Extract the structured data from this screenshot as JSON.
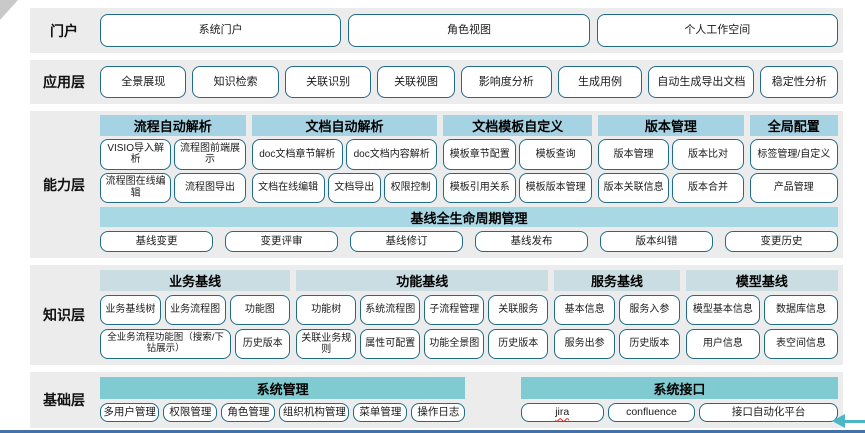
{
  "colors": {
    "band_bg": "#ececec",
    "box_border": "#1f6b88",
    "capability_header_bg": "#a6d3e3",
    "baseline_header_bg": "#a9d8e5",
    "knowledge_header_bg": "#c9dde2",
    "foundation_header_bg": "#80cbd1",
    "bottom_line": "#4471a8",
    "arrow": "#4bb7c6"
  },
  "layers": {
    "portal": {
      "label": "门户",
      "boxes": [
        "系统门户",
        "角色视图",
        "个人工作空间"
      ]
    },
    "application": {
      "label": "应用层",
      "boxes": [
        "全景展现",
        "知识检索",
        "关联识别",
        "关联视图",
        "影响度分析",
        "生成用例",
        "自动生成导出文档",
        "稳定性分析"
      ]
    },
    "capability": {
      "label": "能力层",
      "groups": [
        {
          "header": "流程自动解析",
          "rows": [
            [
              "VISIO导入解析",
              "流程图前端展示"
            ],
            [
              "流程图在线编辑",
              "流程图导出"
            ]
          ]
        },
        {
          "header": "文档自动解析",
          "rows": [
            [
              "doc文档章节解析",
              "doc文档内容解析"
            ],
            [
              "文档在线编辑",
              "文档导出",
              "权限控制"
            ]
          ]
        },
        {
          "header": "文档模板自定义",
          "rows": [
            [
              "模板章节配置",
              "模板查询"
            ],
            [
              "模板引用关系",
              "模板版本管理"
            ]
          ]
        },
        {
          "header": "版本管理",
          "rows": [
            [
              "版本管理",
              "版本比对"
            ],
            [
              "版本关联信息",
              "版本合并"
            ]
          ]
        },
        {
          "header": "全局配置",
          "rows": [
            [
              "标签管理/自定义"
            ],
            [
              "产品管理"
            ]
          ]
        }
      ],
      "baseline": {
        "header": "基线全生命周期管理",
        "boxes": [
          "基线变更",
          "变更评审",
          "基线修订",
          "基线发布",
          "版本纠错",
          "变更历史"
        ]
      }
    },
    "knowledge": {
      "label": "知识层",
      "groups": [
        {
          "header": "业务基线",
          "rows": [
            [
              "业务基线树",
              "业务流程图",
              "功能图"
            ],
            [
              "全业务流程功能图（搜索/下钻展示）",
              "历史版本"
            ]
          ]
        },
        {
          "header": "功能基线",
          "rows": [
            [
              "功能树",
              "系统流程图",
              "子流程管理",
              "关联服务"
            ],
            [
              "关联业务规则",
              "属性可配置",
              "功能全景图",
              "历史版本"
            ]
          ]
        },
        {
          "header": "服务基线",
          "rows": [
            [
              "基本信息",
              "服务入参"
            ],
            [
              "服务出参",
              "历史版本"
            ]
          ]
        },
        {
          "header": "模型基线",
          "rows": [
            [
              "模型基本信息",
              "数据库信息"
            ],
            [
              "用户信息",
              "表空间信息"
            ]
          ]
        }
      ]
    },
    "foundation": {
      "label": "基础层",
      "groups": [
        {
          "header": "系统管理",
          "boxes": [
            "多用户管理",
            "权限管理",
            "角色管理",
            "组织机构管理",
            "菜单管理",
            "操作日志"
          ]
        },
        {
          "header": "系统接口",
          "boxes": [
            "jira",
            "confluence",
            "接口自动化平台"
          ]
        }
      ]
    }
  }
}
